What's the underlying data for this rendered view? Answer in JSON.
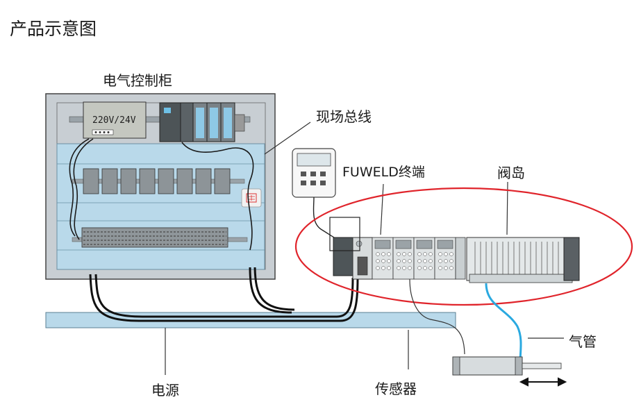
{
  "title": "产品示意图",
  "labels": {
    "cabinet": "电气控制柜",
    "fieldbus": "现场总线",
    "fuweld_terminal": "FUWELD终端",
    "valve_island": "阀岛",
    "air_tube": "气管",
    "power": "电源",
    "sensor": "传感器"
  },
  "psu_text": "220V/24V",
  "colors": {
    "cabinet_bg": "#c8ced3",
    "panel_blue": "#b9d9ea",
    "highlight_ellipse": "#e0242b",
    "air_tube": "#2aa9e0",
    "cable": "#111111"
  }
}
